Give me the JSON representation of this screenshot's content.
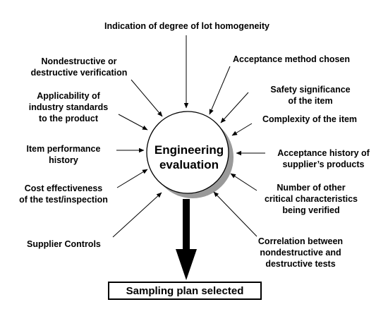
{
  "center": {
    "line1": "Engineering",
    "line2": "evaluation"
  },
  "result": "Sampling plan selected",
  "factors": {
    "top": [
      "Indication of degree of lot homogeneity"
    ],
    "nondestructive": [
      "Nondestructive or",
      "destructive verification"
    ],
    "acceptance_method": [
      "Acceptance method chosen"
    ],
    "applicability": [
      "Applicability of",
      "industry standards",
      "to the product"
    ],
    "safety": [
      "Safety significance",
      "of the item"
    ],
    "complexity": [
      "Complexity of the item"
    ],
    "performance": [
      "Item performance",
      "history"
    ],
    "acceptance_history": [
      "Acceptance history of",
      "supplier’s products"
    ],
    "cost": [
      "Cost effectiveness",
      "of the test/inspection"
    ],
    "other_characteristics": [
      "Number of other",
      "critical characteristics",
      "being verified"
    ],
    "supplier_controls": [
      "Supplier Controls"
    ],
    "correlation": [
      "Correlation between",
      "nondestructive and",
      "destructive tests"
    ]
  },
  "colors": {
    "ink": "#000000",
    "shadow": "#9a9a9a",
    "background": "#ffffff"
  }
}
